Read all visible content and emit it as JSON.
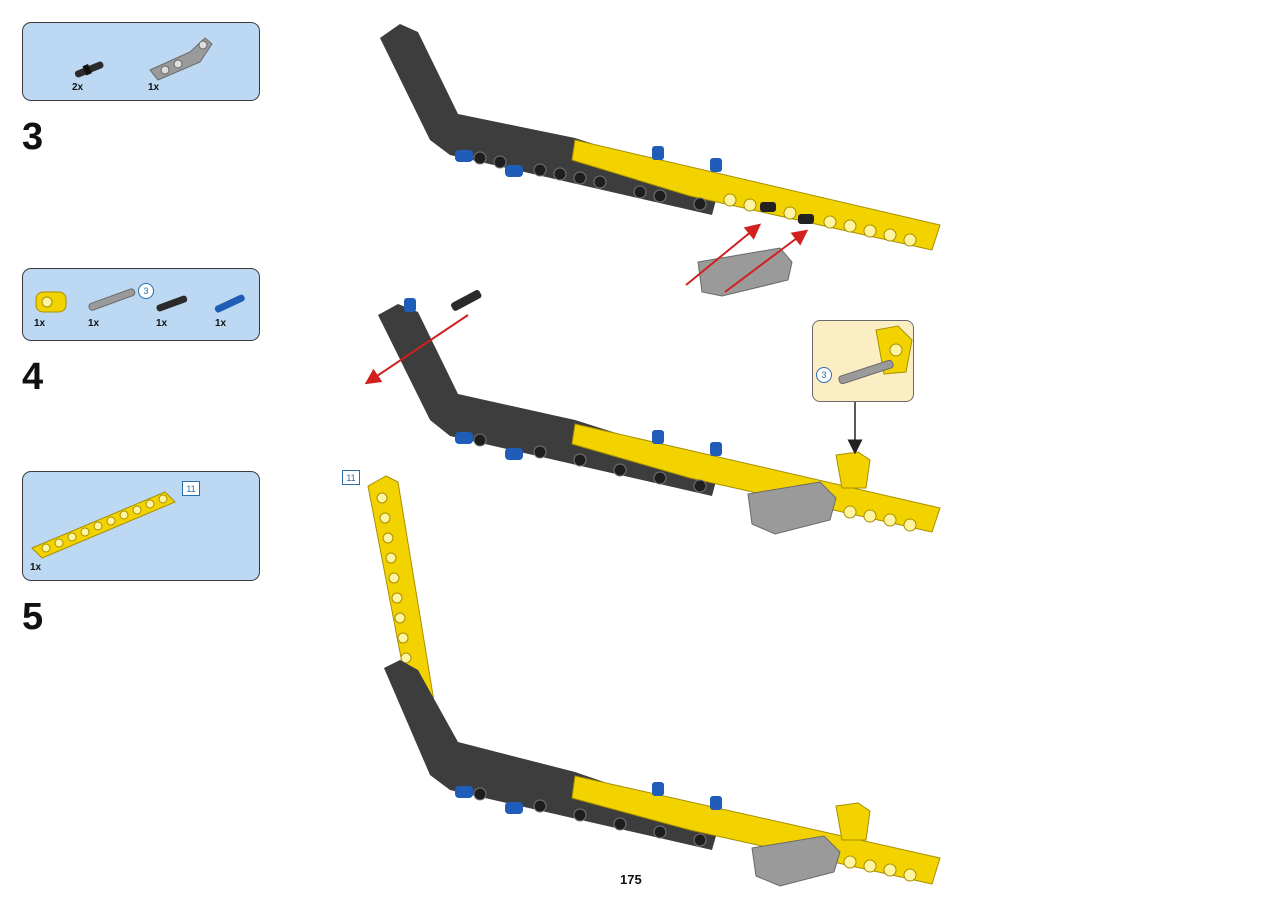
{
  "page": {
    "number": "175"
  },
  "steps": [
    {
      "number": "3",
      "parts": [
        {
          "qty": "2x",
          "icon": "black-friction-pin-icon"
        },
        {
          "qty": "1x",
          "icon": "grey-angled-beam-icon"
        }
      ]
    },
    {
      "number": "4",
      "parts": [
        {
          "qty": "1x",
          "icon": "yellow-cross-block-icon"
        },
        {
          "qty": "1x",
          "icon": "grey-axle-icon",
          "length": "3"
        },
        {
          "qty": "1x",
          "icon": "black-friction-pin-icon"
        },
        {
          "qty": "1x",
          "icon": "blue-axle-pin-icon"
        }
      ]
    },
    {
      "number": "5",
      "parts": [
        {
          "qty": "1x",
          "icon": "yellow-beam-icon",
          "length": "11"
        }
      ]
    }
  ],
  "callout": {
    "axle_length": "3"
  },
  "main_length_badge": "11",
  "colors": {
    "parts_box_bg": "#bcd8f2",
    "callout_bg": "#fbeec3",
    "yellow": "#f2d300",
    "dark_grey": "#3d3d3d",
    "light_grey": "#9a9a9a",
    "blue": "#1f5db8",
    "arrow_red": "#d21f1f",
    "badge_blue": "#2a6ea8"
  }
}
